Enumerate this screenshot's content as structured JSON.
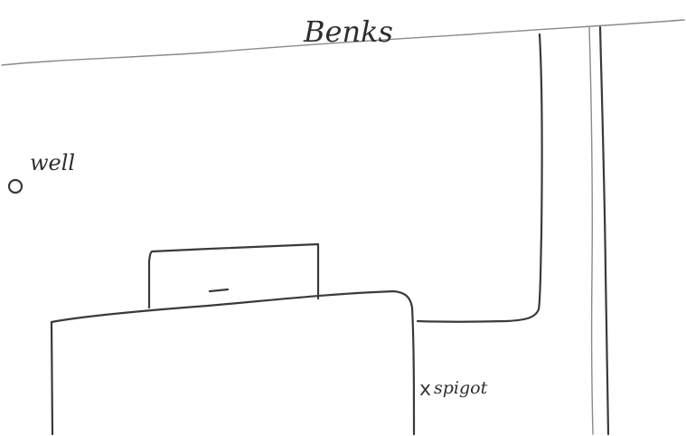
{
  "labels": {
    "title": "Benks",
    "well": "well",
    "spigot": "spigot"
  },
  "colors": {
    "ink": "#3a3a3a",
    "paper": "#ffffff"
  }
}
